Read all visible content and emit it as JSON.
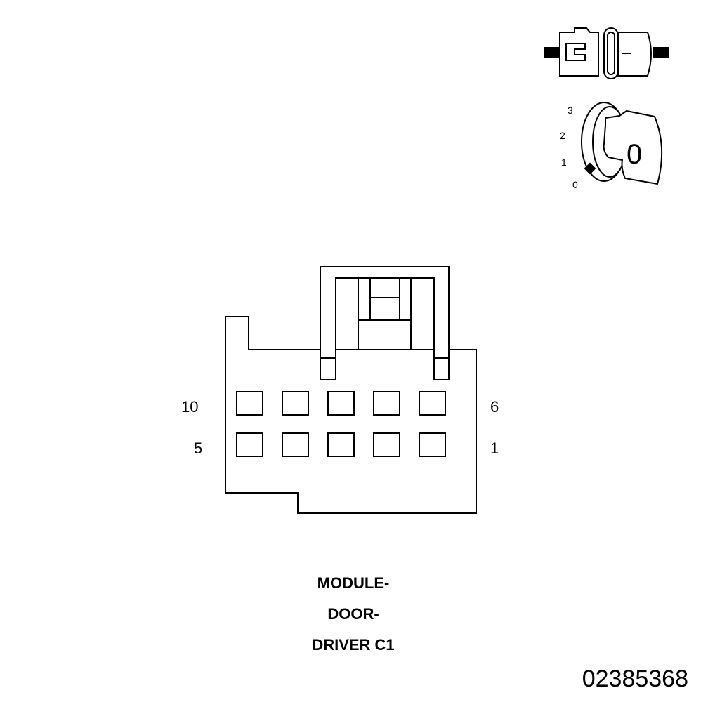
{
  "connector": {
    "pin_labels": {
      "top_left": "10",
      "top_right": "6",
      "bottom_left": "5",
      "bottom_right": "1"
    },
    "title_lines": [
      "MODULE-",
      "DOOR-",
      "DRIVER C1"
    ]
  },
  "ignition_icon": {
    "positions": [
      "3",
      "2",
      "1",
      "0"
    ],
    "key_position": "0"
  },
  "figure_id": "02385368",
  "colors": {
    "line": "#000000",
    "background": "#ffffff"
  }
}
